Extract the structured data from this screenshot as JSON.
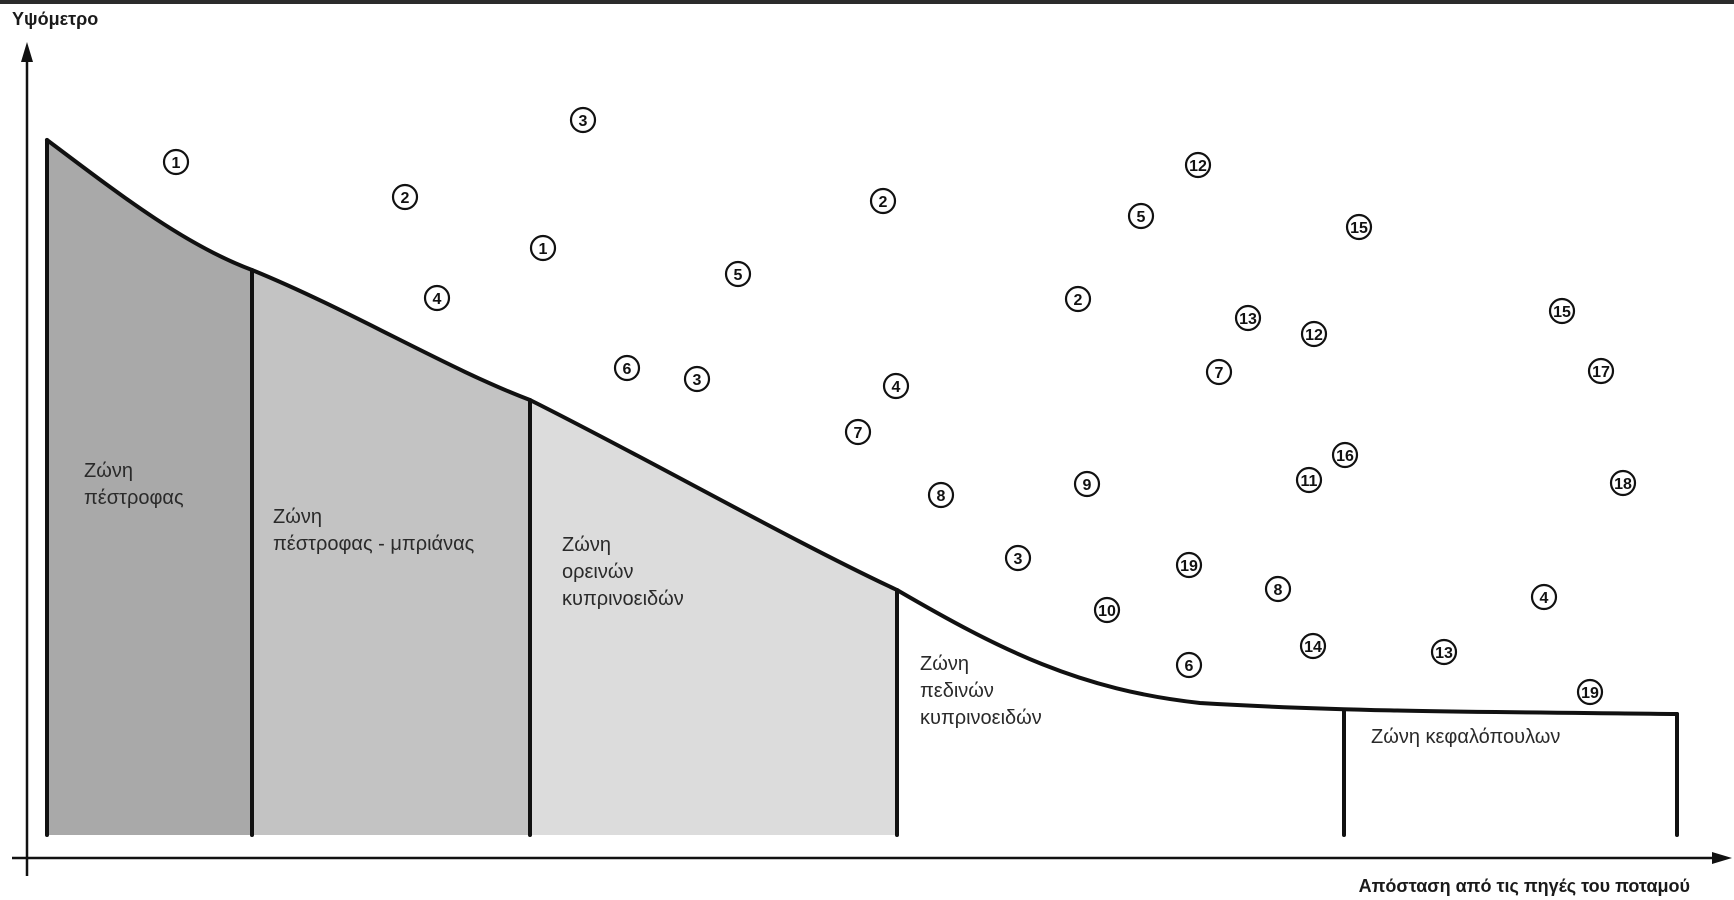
{
  "axes": {
    "y_label": "Υψόμετρο",
    "x_label": "Απόσταση από τις πηγές του ποταμού"
  },
  "zones": [
    {
      "lines": [
        "Ζώνη",
        "πέστροφας"
      ],
      "fill": "#a9a9a9"
    },
    {
      "lines": [
        "Ζώνη",
        "πέστροφας - μπριάνας"
      ],
      "fill": "#c3c3c3"
    },
    {
      "lines": [
        "Ζώνη",
        "ορεινών",
        "κυπρινοειδών"
      ],
      "fill": "#dcdcdc"
    },
    {
      "lines": [
        "Ζώνη",
        "πεδινών",
        "κυπρινοειδών"
      ],
      "fill": "#ffffff"
    },
    {
      "lines": [
        "Ζώνη κεφαλόπουλων"
      ],
      "fill": "#ffffff"
    }
  ],
  "species_markers": [
    "1",
    "3",
    "2",
    "1",
    "4",
    "5",
    "6",
    "3",
    "4",
    "7",
    "2",
    "8",
    "3",
    "10",
    "6",
    "12",
    "5",
    "15",
    "2",
    "13",
    "7",
    "9",
    "11",
    "19",
    "8",
    "14",
    "12",
    "15",
    "17",
    "16",
    "18",
    "4",
    "13",
    "19"
  ]
}
